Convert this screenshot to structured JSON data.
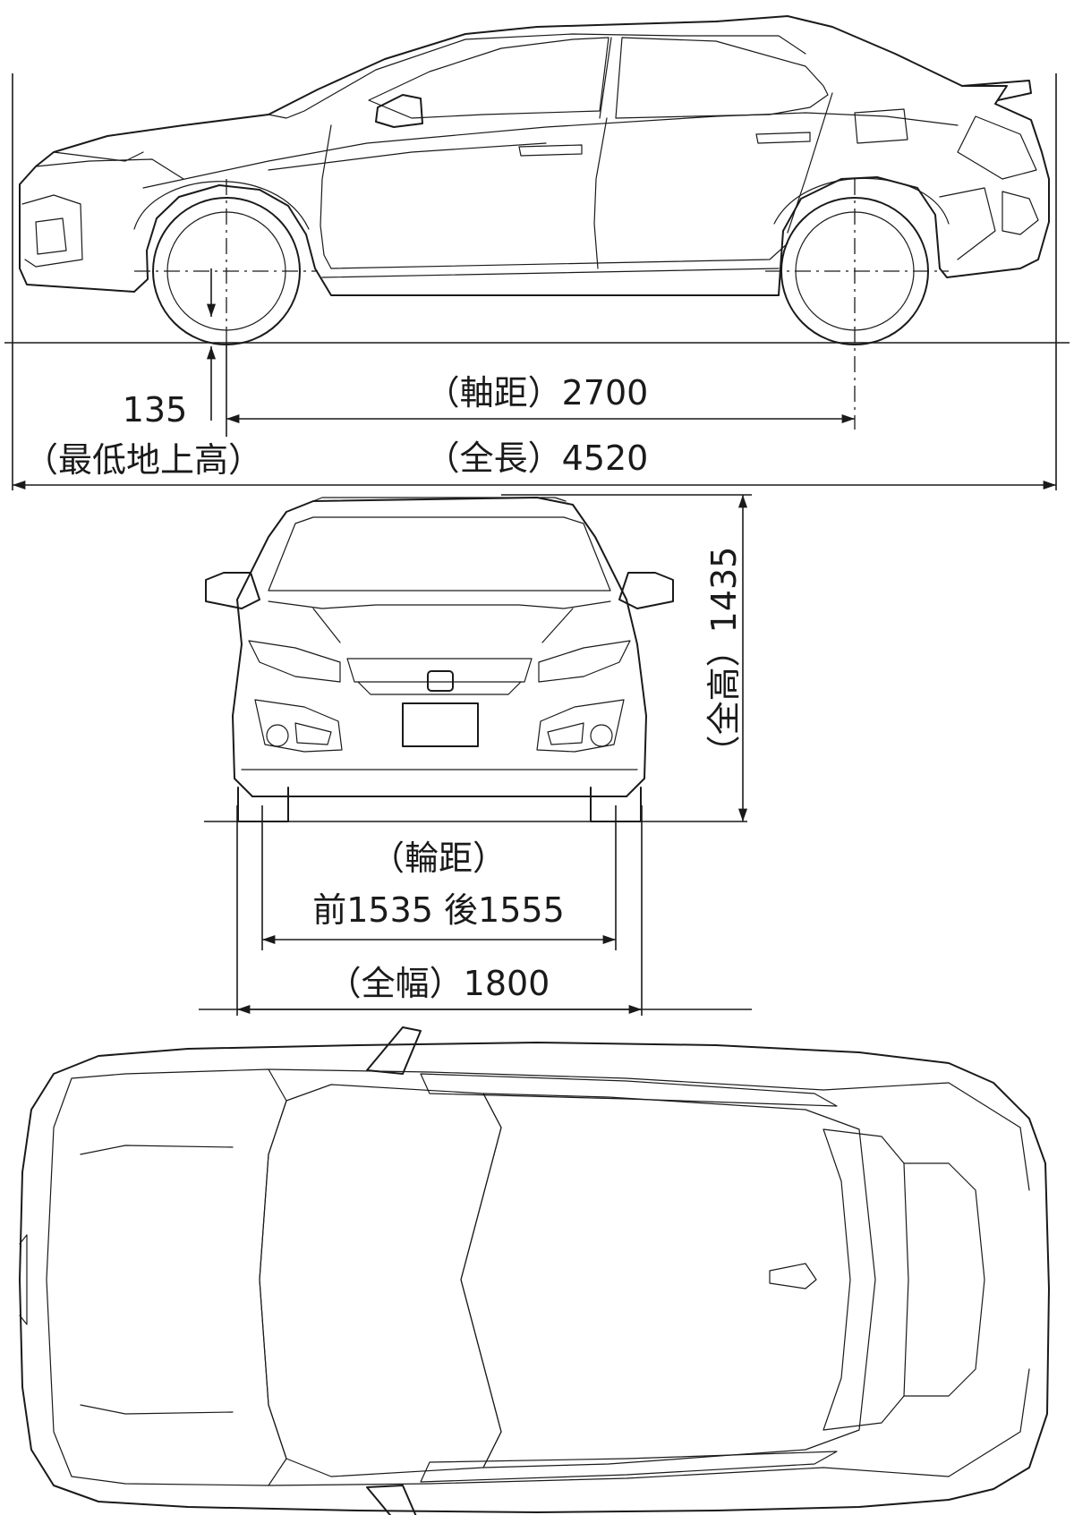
{
  "dimensions": {
    "ground_clearance": {
      "value": "135",
      "label": "（最低地上高）"
    },
    "wheelbase": "（軸距）2700",
    "overall_length": "（全長）4520",
    "overall_height": "（全高）1435",
    "tread": {
      "label": "（輪距）",
      "values": "前1535 後1555"
    },
    "overall_width": "（全幅）1800"
  }
}
